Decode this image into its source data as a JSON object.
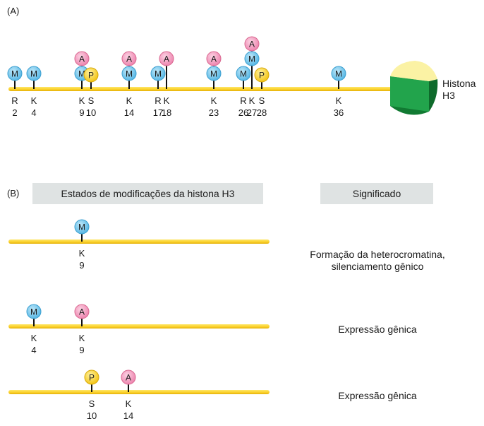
{
  "panel_a": {
    "label": "(A)",
    "protein_label_line1": "Histona",
    "protein_label_line2": "H3",
    "marks": [
      {
        "residue": "R",
        "number": "2",
        "mods": [
          "M"
        ]
      },
      {
        "residue": "K",
        "number": "4",
        "mods": [
          "M"
        ]
      },
      {
        "residue": "K",
        "number": "9",
        "mods": [
          "M",
          "A"
        ]
      },
      {
        "residue": "S",
        "number": "10",
        "mods": [
          "P"
        ]
      },
      {
        "residue": "K",
        "number": "14",
        "mods": [
          "M",
          "A"
        ]
      },
      {
        "residue": "R",
        "number": "17",
        "mods": [
          "M"
        ]
      },
      {
        "residue": "K",
        "number": "18",
        "mods": [
          "A"
        ]
      },
      {
        "residue": "K",
        "number": "23",
        "mods": [
          "M",
          "A"
        ]
      },
      {
        "residue": "R",
        "number": "26",
        "mods": [
          "M"
        ]
      },
      {
        "residue": "K",
        "number": "27",
        "mods": [
          "M",
          "A"
        ]
      },
      {
        "residue": "S",
        "number": "28",
        "mods": [
          "P"
        ]
      },
      {
        "residue": "K",
        "number": "36",
        "mods": [
          "M"
        ]
      }
    ]
  },
  "panel_b": {
    "label": "(B)",
    "header_states": "Estados de modificações da histona H3",
    "header_meaning": "Significado",
    "rows": [
      {
        "marks": [
          {
            "residue": "K",
            "number": "9",
            "mods": [
              "M"
            ]
          }
        ],
        "meaning_line1": "Formação da heterocromatina,",
        "meaning_line2": "silenciamento gênico"
      },
      {
        "marks": [
          {
            "residue": "K",
            "number": "4",
            "mods": [
              "M"
            ]
          },
          {
            "residue": "K",
            "number": "9",
            "mods": [
              "A"
            ]
          }
        ],
        "meaning_line1": "Expressão gênica",
        "meaning_line2": ""
      },
      {
        "marks": [
          {
            "residue": "S",
            "number": "10",
            "mods": [
              "P"
            ]
          },
          {
            "residue": "K",
            "number": "14",
            "mods": [
              "A"
            ]
          }
        ],
        "meaning_line1": "Expressão gênica",
        "meaning_line2": ""
      }
    ]
  },
  "colors": {
    "methyl": "#6cc4ec",
    "acetyl": "#f39ac0",
    "phospho": "#fcd22c",
    "tail": "#fcd22c",
    "tail_dark": "#e7b60c",
    "histone_top": "#fbf2a4",
    "histone_front": "#1fa34a",
    "histone_side": "#117a32"
  }
}
